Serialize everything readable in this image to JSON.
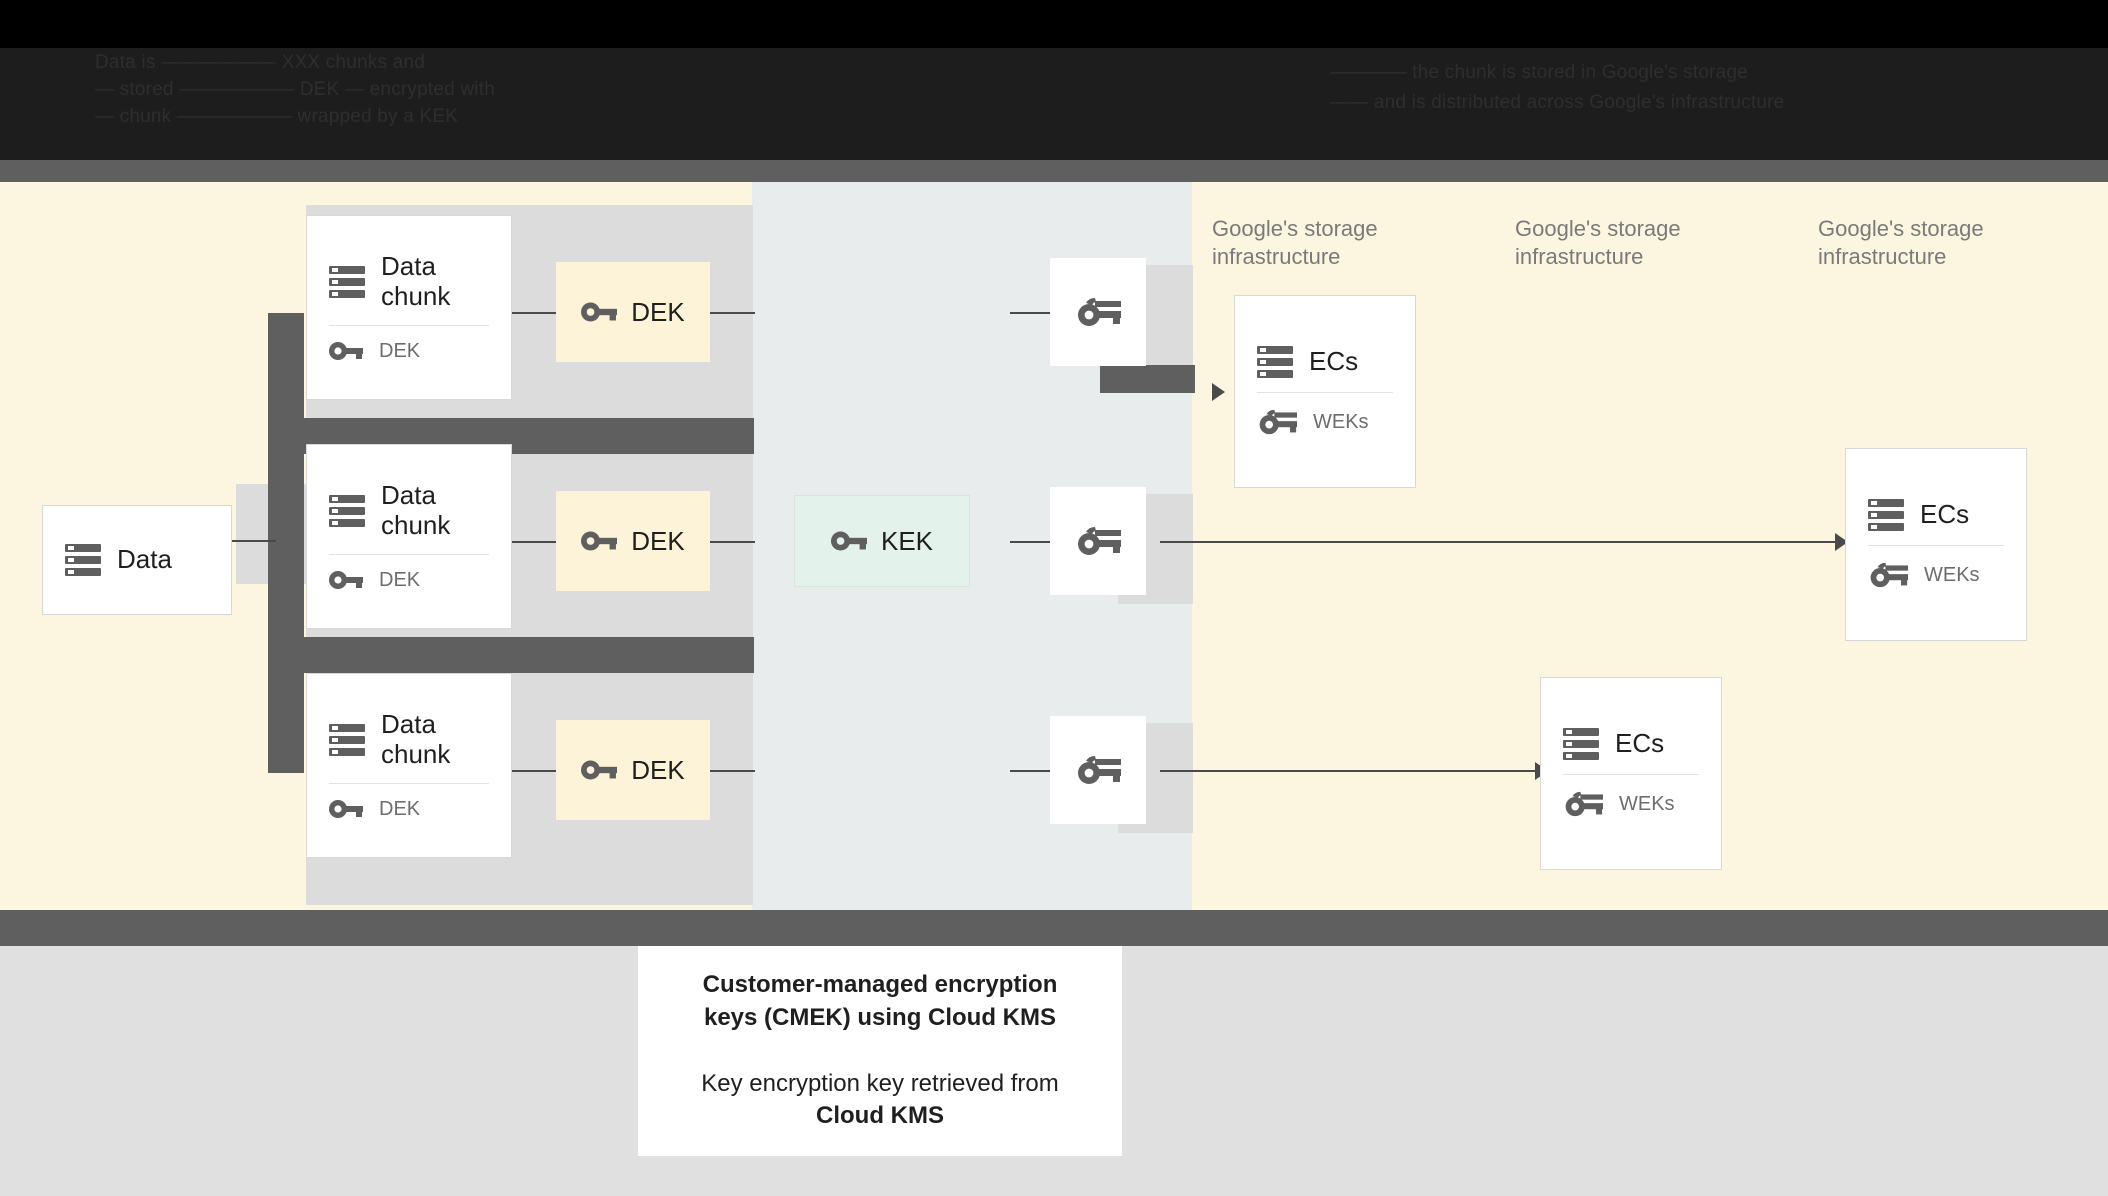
{
  "banner": {
    "obscured": true,
    "lines": [
      "Data is —————— XXX chunks and",
      "— stored —————— DEK — encrypted with",
      "— chunk —————— wrapped by a KEK",
      "———— the chunk is stored in Google's storage",
      "—— and is distributed across Google's infrastructure"
    ]
  },
  "diagram": {
    "title": "CMEK encryption flow",
    "colors": {
      "background_cream": "#fcf5e0",
      "kek_band": "#e8ecec",
      "dark_rule": "#5f5f5f",
      "plate_gray": "#dcdcdc",
      "dek_fill": "#fdf3d8",
      "kek_fill": "#e3f2ea",
      "tray_gray": "#e0e0e0",
      "connector": "#4a4a4a"
    },
    "source": {
      "label": "Data",
      "icon": "server-stack-icon"
    },
    "chunks": [
      {
        "label": "Data chunk",
        "key_label": "DEK",
        "icon": "server-stack-icon",
        "key_icon": "key-icon"
      },
      {
        "label": "Data chunk",
        "key_label": "DEK",
        "icon": "server-stack-icon",
        "key_icon": "key-icon"
      },
      {
        "label": "Data chunk",
        "key_label": "DEK",
        "icon": "server-stack-icon",
        "key_icon": "key-icon"
      }
    ],
    "deks": [
      {
        "label": "DEK",
        "icon": "key-icon"
      },
      {
        "label": "DEK",
        "icon": "key-icon"
      },
      {
        "label": "DEK",
        "icon": "key-icon"
      }
    ],
    "kek": {
      "label": "KEK",
      "icon": "key-icon"
    },
    "wrapped_keys": [
      {
        "icon": "double-key-icon"
      },
      {
        "icon": "double-key-icon"
      },
      {
        "icon": "double-key-icon"
      }
    ],
    "infra_labels": [
      "Google's storage infrastructure",
      "Google's storage infrastructure",
      "Google's storage infrastructure"
    ],
    "ec_cards": [
      {
        "label": "ECs",
        "key_label": "WEKs",
        "icon": "server-stack-icon",
        "key_icon": "double-key-icon"
      },
      {
        "label": "ECs",
        "key_label": "WEKs",
        "icon": "server-stack-icon",
        "key_icon": "double-key-icon"
      },
      {
        "label": "ECs",
        "key_label": "WEKs",
        "icon": "server-stack-icon",
        "key_icon": "double-key-icon"
      }
    ]
  },
  "caption": {
    "headline": "Customer-managed encryption keys (CMEK) using Cloud KMS",
    "detail_prefix": "Key encryption key retrieved from",
    "detail_emphasis": "Cloud KMS"
  }
}
